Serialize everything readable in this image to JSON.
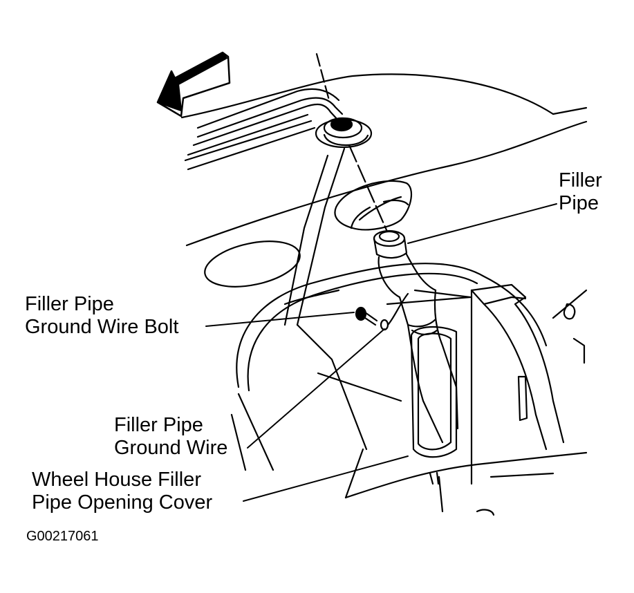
{
  "labels": {
    "filler_pipe": {
      "line1": "Filler",
      "line2": "Pipe"
    },
    "ground_wire_bolt": {
      "line1": "Filler Pipe",
      "line2": "Ground Wire Bolt"
    },
    "ground_wire": {
      "line1": "Filler Pipe",
      "line2": "Ground Wire"
    },
    "opening_cover": {
      "line1": "Wheel House Filler",
      "line2": "Pipe Opening Cover"
    }
  },
  "figure_id": "G00217061",
  "colors": {
    "ink": "#000000",
    "paper": "#ffffff"
  }
}
